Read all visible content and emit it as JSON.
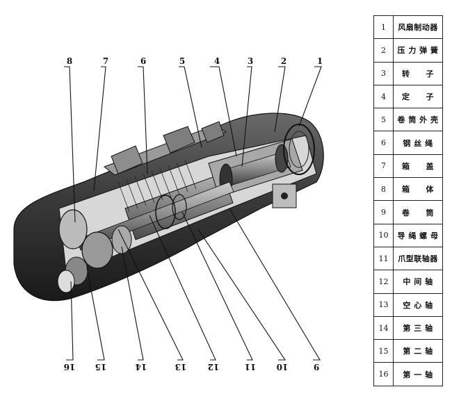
{
  "callouts": {
    "top": [
      "8",
      "7",
      "6",
      "5",
      "4",
      "3",
      "2",
      "1"
    ],
    "bottom": [
      "16",
      "15",
      "14",
      "13",
      "12",
      "11",
      "10",
      "9"
    ]
  },
  "legend": [
    {
      "num": "1",
      "name": "风扇制动器"
    },
    {
      "num": "2",
      "name": "压 力 弹 簧"
    },
    {
      "num": "3",
      "name": "转　　子"
    },
    {
      "num": "4",
      "name": "定　　子"
    },
    {
      "num": "5",
      "name": "卷 筒 外 壳"
    },
    {
      "num": "6",
      "name": "钢 丝 绳"
    },
    {
      "num": "7",
      "name": "箱　　盖"
    },
    {
      "num": "8",
      "name": "箱　　体"
    },
    {
      "num": "9",
      "name": "卷　　筒"
    },
    {
      "num": "10",
      "name": "导 绳 螺 母"
    },
    {
      "num": "11",
      "name": "爪型联轴器"
    },
    {
      "num": "12",
      "name": "中 间 轴"
    },
    {
      "num": "13",
      "name": "空 心 轴"
    },
    {
      "num": "14",
      "name": "第 三 轴"
    },
    {
      "num": "15",
      "name": "第 二 轴"
    },
    {
      "num": "16",
      "name": "第 一 轴"
    }
  ]
}
